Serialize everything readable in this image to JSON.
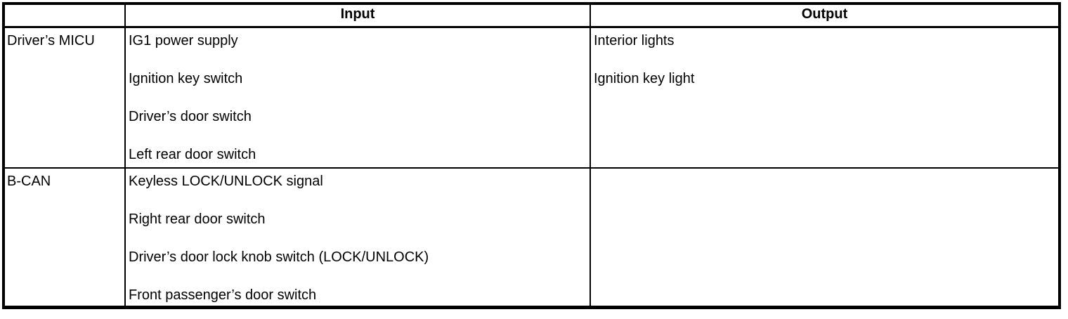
{
  "table": {
    "headers": [
      "",
      "Input",
      "Output"
    ],
    "rows": [
      {
        "label": "Driver’s MICU",
        "inputs": [
          "IG1 power supply",
          "Ignition key switch",
          "Driver’s door switch",
          "Left rear door switch"
        ],
        "outputs": [
          "Interior lights",
          "Ignition key light"
        ]
      },
      {
        "label": "B-CAN",
        "inputs": [
          "Keyless LOCK/UNLOCK signal",
          "Right rear door switch",
          "Driver’s door lock knob switch (LOCK/UNLOCK)",
          "Front passenger’s door switch"
        ],
        "outputs": []
      }
    ]
  },
  "colors": {
    "border": "#000000",
    "text": "#000000",
    "background": "#ffffff"
  }
}
